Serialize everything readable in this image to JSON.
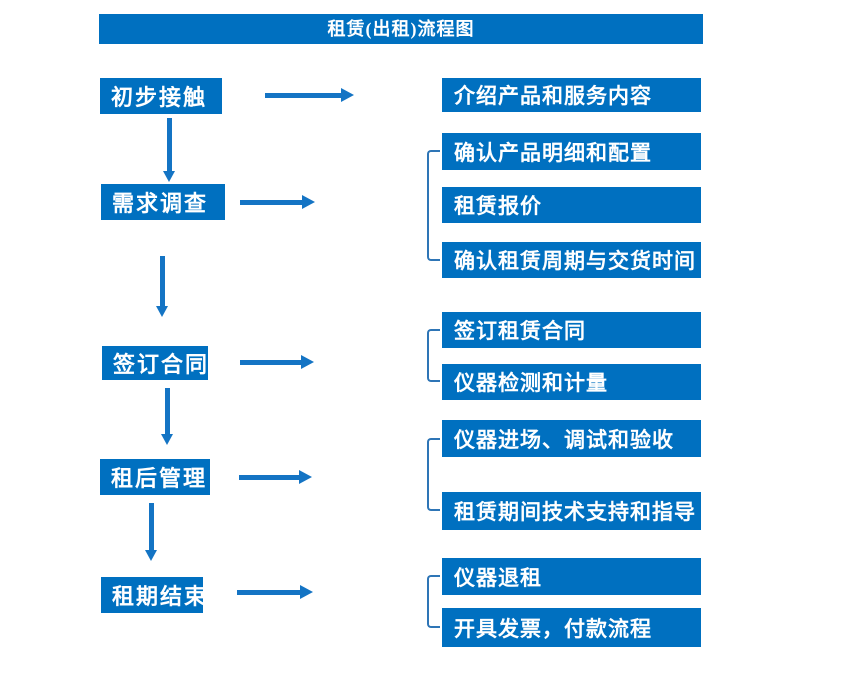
{
  "title": "租赁(出租)流程图",
  "colors": {
    "box_blue": "#0070C0",
    "arrow_blue": "#1474C4",
    "bracket_blue": "#2E75B6",
    "text_white": "#FFFFFF",
    "background": "#FFFFFF"
  },
  "steps": [
    {
      "label": "初步接触",
      "details": [
        "介绍产品和服务内容"
      ]
    },
    {
      "label": "需求调查",
      "details": [
        "确认产品明细和配置",
        "租赁报价",
        "确认租赁周期与交货时间"
      ]
    },
    {
      "label": "签订合同",
      "details": [
        "签订租赁合同",
        "仪器检测和计量"
      ]
    },
    {
      "label": "租后管理",
      "details": [
        "仪器进场、调试和验收",
        "租赁期间技术支持和指导"
      ]
    },
    {
      "label": "租期结束",
      "details": [
        "仪器退租",
        "开具发票，付款流程"
      ]
    }
  ]
}
